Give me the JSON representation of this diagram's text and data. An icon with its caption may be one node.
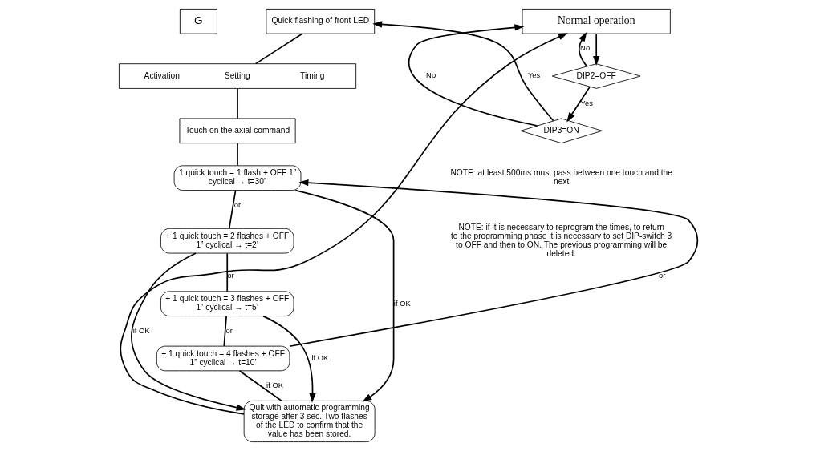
{
  "diagram": {
    "nodes": [
      {
        "text": [
          "Normal operation"
        ]
      },
      {
        "text": [
          "DIP2=OFF"
        ]
      },
      {
        "text": [
          "DIP3=ON"
        ]
      },
      {
        "text": [
          "Quick flashing of front LED"
        ]
      },
      {
        "text": [
          "Activation",
          "Setting",
          "Timing"
        ]
      },
      {
        "text": [
          "Touch on the axial command"
        ]
      },
      {
        "text": [
          "1 quick touch = 1 flash + OFF 1” cyclical → t=30”"
        ]
      },
      {
        "text": [
          "+ 1 quick touch = 2 flashes + OFF 1” cyclical → t=2’"
        ]
      },
      {
        "text": [
          "+ 1 quick touch = 3 flashes + OFF 1” cyclical → t=5’"
        ]
      },
      {
        "text": [
          "+ 1 quick touch = 4 flashes + OFF 1” cyclical → t=10’"
        ]
      },
      {
        "text": [
          "Quit with automatic programming storage after 3 sec. Two flashes of the LED to confirm that the value has been stored."
        ]
      }
    ],
    "edges": [
      {
        "from": 0,
        "to": 1,
        "arrow": "to"
      },
      {
        "from": 1,
        "to": 0,
        "arrow": "to",
        "label": "No"
      },
      {
        "from": 1,
        "to": 2,
        "arrow": "to",
        "label": "Yes"
      },
      {
        "from": 2,
        "to": 3,
        "arrow": "to",
        "label": "Yes"
      },
      {
        "from": 2,
        "to": 0,
        "arrow": "to",
        "label": "No"
      },
      {
        "from": 3,
        "to": 4,
        "arrow": "none"
      },
      {
        "from": 4,
        "to": 5,
        "arrow": "none"
      },
      {
        "from": 5,
        "to": 6,
        "arrow": "none"
      },
      {
        "from": 6,
        "to": 7,
        "arrow": "none",
        "label": "or"
      },
      {
        "from": 7,
        "to": 8,
        "arrow": "none",
        "label": "or"
      },
      {
        "from": 8,
        "to": 9,
        "arrow": "none",
        "label": "or"
      },
      {
        "from": 9,
        "to": 6,
        "arrow": "to",
        "label": "or"
      },
      {
        "from": 6,
        "to": 10,
        "arrow": "to",
        "label": "if OK"
      },
      {
        "from": 7,
        "to": 10,
        "arrow": "to",
        "label": "if OK"
      },
      {
        "from": 8,
        "to": 10,
        "arrow": "to",
        "label": "if OK"
      },
      {
        "from": 9,
        "to": 10,
        "arrow": "none",
        "label": "if OK"
      },
      {
        "from": 10,
        "to": 0,
        "arrow": "to"
      }
    ],
    "labels": [
      "G",
      "NOTE: at least 500ms must pass between one touch and the next",
      "NOTE: if it is necessary to reprogram the times, to return to the programming phase it is necessary to set DIP-switch 3 to OFF and then to ON. The previous programming will be deleted."
    ]
  }
}
